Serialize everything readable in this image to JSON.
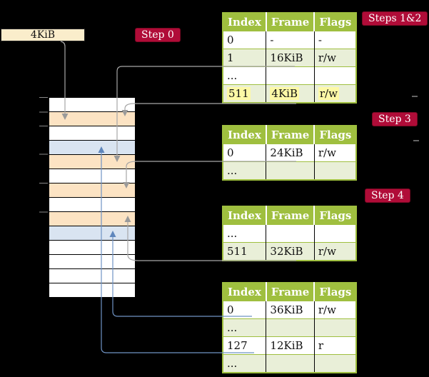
{
  "legend": {
    "label": "4KiB"
  },
  "steps": {
    "step0": "Step 0",
    "steps12": "Steps 1&2",
    "step3": "Step 3",
    "step4": "Step 4"
  },
  "memory": {
    "row_colors": [
      "white",
      "orange",
      "white",
      "blue",
      "orange",
      "white",
      "orange",
      "white",
      "orange",
      "blue",
      "white",
      "white",
      "white",
      "white"
    ]
  },
  "tables": [
    {
      "headers": [
        "Index",
        "Frame",
        "Flags"
      ],
      "rows": [
        {
          "index": "0",
          "frame": "-",
          "flags": "-"
        },
        {
          "index": "1",
          "frame": "16KiB",
          "flags": "r/w"
        },
        {
          "index": "...",
          "frame": "",
          "flags": ""
        },
        {
          "index": "511",
          "frame": "4KiB",
          "flags": "r/w"
        }
      ]
    },
    {
      "headers": [
        "Index",
        "Frame",
        "Flags"
      ],
      "rows": [
        {
          "index": "0",
          "frame": "24KiB",
          "flags": "r/w"
        },
        {
          "index": "...",
          "frame": "",
          "flags": ""
        }
      ]
    },
    {
      "headers": [
        "Index",
        "Frame",
        "Flags"
      ],
      "rows": [
        {
          "index": "...",
          "frame": "",
          "flags": ""
        },
        {
          "index": "511",
          "frame": "32KiB",
          "flags": "r/w"
        }
      ]
    },
    {
      "headers": [
        "Index",
        "Frame",
        "Flags"
      ],
      "rows": [
        {
          "index": "0",
          "frame": "36KiB",
          "flags": "r/w"
        },
        {
          "index": "...",
          "frame": "",
          "flags": ""
        },
        {
          "index": "127",
          "frame": "12KiB",
          "flags": "r"
        },
        {
          "index": "...",
          "frame": "",
          "flags": ""
        }
      ]
    }
  ],
  "colors": {
    "background": "#000000",
    "table_header_green": "#9fbf3f",
    "table_row_green": "#e9efd8",
    "highlight_yellow": "#fdf9a6",
    "step_badge_red": "#b00c38",
    "frame_orange": "#fce3c3",
    "frame_blue": "#d9e4f1",
    "legend_cream": "#faedcb",
    "connector_gray": "#a6a6a6",
    "connector_blue": "#6f93c4"
  }
}
